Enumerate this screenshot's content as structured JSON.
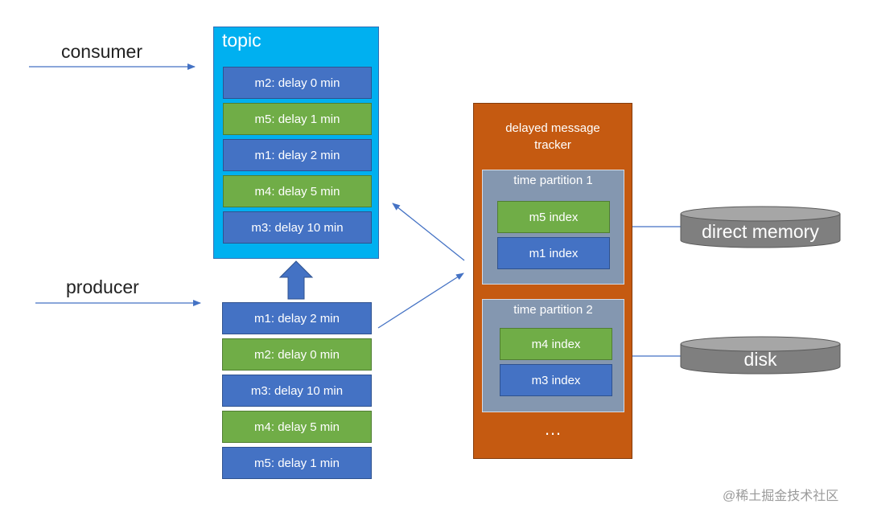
{
  "labels": {
    "consumer": "consumer",
    "producer": "producer"
  },
  "topic": {
    "title": "topic",
    "messages": [
      {
        "text": "m2: delay 0 min",
        "color": "blue"
      },
      {
        "text": "m5: delay 1 min",
        "color": "green"
      },
      {
        "text": "m1: delay 2 min",
        "color": "blue"
      },
      {
        "text": "m4: delay 5 min",
        "color": "green"
      },
      {
        "text": "m3: delay 10 min",
        "color": "blue"
      }
    ]
  },
  "producer_queue": {
    "messages": [
      {
        "text": "m1: delay 2 min",
        "color": "blue"
      },
      {
        "text": "m2: delay 0 min",
        "color": "green"
      },
      {
        "text": "m3: delay 10 min",
        "color": "blue"
      },
      {
        "text": "m4: delay 5 min",
        "color": "green"
      },
      {
        "text": "m5: delay 1 min",
        "color": "blue"
      }
    ]
  },
  "tracker": {
    "title_line1": "delayed message",
    "title_line2": "tracker",
    "partitions": [
      {
        "title": "time partition 1",
        "indexes": [
          {
            "text": "m5 index",
            "color": "green"
          },
          {
            "text": "m1 index",
            "color": "blue"
          }
        ]
      },
      {
        "title": "time partition 2",
        "indexes": [
          {
            "text": "m4 index",
            "color": "green"
          },
          {
            "text": "m3 index",
            "color": "blue"
          }
        ]
      }
    ],
    "ellipsis": "…"
  },
  "storage": {
    "memory": "direct memory",
    "disk": "disk"
  },
  "watermark": "@稀土掘金技术社区",
  "colors": {
    "topic_bg": "#00b0f0",
    "blue_box": "#4472c4",
    "green_box": "#70ad47",
    "tracker_bg": "#c55a11",
    "partition_bg": "#8497b0",
    "cylinder": "#7f7f7f",
    "arrow": "#4472c4"
  }
}
